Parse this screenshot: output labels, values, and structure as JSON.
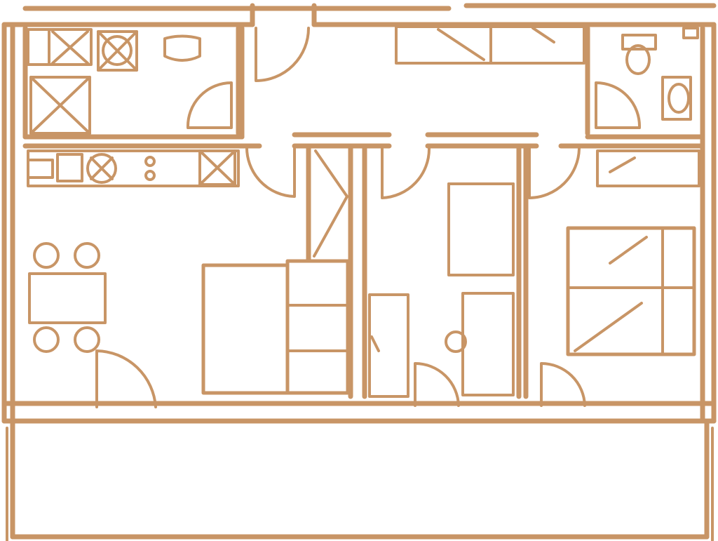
{
  "plan": {
    "line_color": "#C89566",
    "background": "#FFFFFF",
    "rooms": [
      "kitchen",
      "bathroom-left",
      "hall",
      "bathroom-right",
      "living-dining",
      "bedroom-middle",
      "bedroom-right",
      "balcony"
    ]
  }
}
